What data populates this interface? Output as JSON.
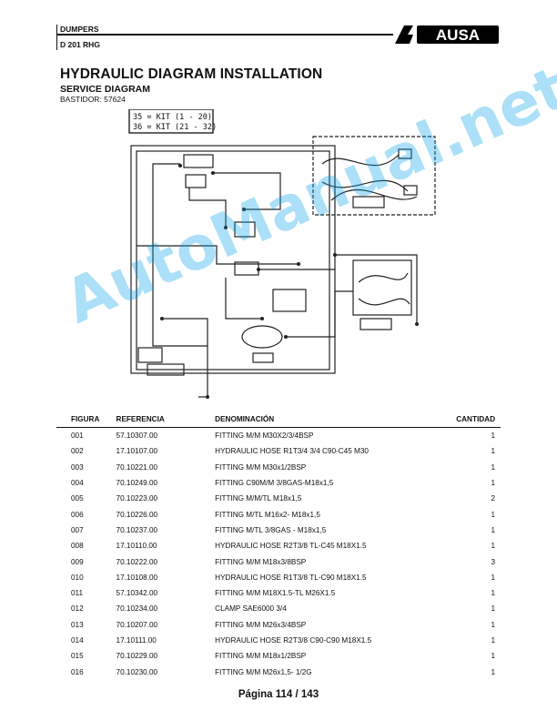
{
  "header": {
    "category": "DUMPERS",
    "model": "D 201 RHG",
    "logo_text": "AUSA",
    "logo_color": "#000000"
  },
  "title": "HYDRAULIC DIAGRAM INSTALLATION",
  "subtitle": "SERVICE DIAGRAM",
  "frame": "BASTIDOR: 57624",
  "diagram": {
    "kit_line_1": "35 = KIT (1 - 20)",
    "kit_line_2": "36 = KIT (21 - 32)"
  },
  "watermark": "AutoManual.net",
  "table": {
    "headers": {
      "figura": "FIGURA",
      "referencia": "REFERENCIA",
      "denominacion": "DENOMINACIÓN",
      "cantidad": "CANTIDAD"
    },
    "rows": [
      {
        "fig": "001",
        "ref": "57.10307.00",
        "desc": "FITTING M/M M30X2/3/4BSP",
        "qty": "1"
      },
      {
        "fig": "002",
        "ref": "17.10107.00",
        "desc": "HYDRAULIC HOSE R1T3/4 3/4 C90-C45 M30",
        "qty": "1"
      },
      {
        "fig": "003",
        "ref": "70.10221.00",
        "desc": "FITTING M/M M30x1/2BSP",
        "qty": "1"
      },
      {
        "fig": "004",
        "ref": "70.10249.00",
        "desc": "FITTING C90M/M 3/8GAS-M18x1,5",
        "qty": "1"
      },
      {
        "fig": "005",
        "ref": "70.10223.00",
        "desc": "FITTING M/M/TL M18x1,5",
        "qty": "2"
      },
      {
        "fig": "006",
        "ref": "70.10226.00",
        "desc": "FITTING M/TL M16x2- M18x1,5",
        "qty": "1"
      },
      {
        "fig": "007",
        "ref": "70.10237.00",
        "desc": "FITTING M/TL 3/8GAS - M18x1,5",
        "qty": "1"
      },
      {
        "fig": "008",
        "ref": "17.10110.00",
        "desc": "HYDRAULIC HOSE R2T3/8 TL-C45 M18X1.5",
        "qty": "1"
      },
      {
        "fig": "009",
        "ref": "70.10222.00",
        "desc": "FITTING M/M M18x3/8BSP",
        "qty": "3"
      },
      {
        "fig": "010",
        "ref": "17.10108.00",
        "desc": "HYDRAULIC HOSE R1T3/8 TL-C90 M18X1.5",
        "qty": "1"
      },
      {
        "fig": "011",
        "ref": "57.10342.00",
        "desc": "FITTING M/M M18X1.5-TL M26X1.5",
        "qty": "1"
      },
      {
        "fig": "012",
        "ref": "70.10234.00",
        "desc": "CLAMP SAE6000 3/4",
        "qty": "1"
      },
      {
        "fig": "013",
        "ref": "70.10207.00",
        "desc": "FITTING M/M M26x3/4BSP",
        "qty": "1"
      },
      {
        "fig": "014",
        "ref": "17.10111.00",
        "desc": "HYDRAULIC HOSE R2T3/8 C90-C90 M18X1.5",
        "qty": "1"
      },
      {
        "fig": "015",
        "ref": "70.10229.00",
        "desc": "FITTING M/M M18x1/2BSP",
        "qty": "1"
      },
      {
        "fig": "016",
        "ref": "70.10230.00",
        "desc": "FITTING M/M M26x1,5- 1/2G",
        "qty": "1"
      }
    ]
  },
  "footer": {
    "page": "Página 114 / 143"
  }
}
